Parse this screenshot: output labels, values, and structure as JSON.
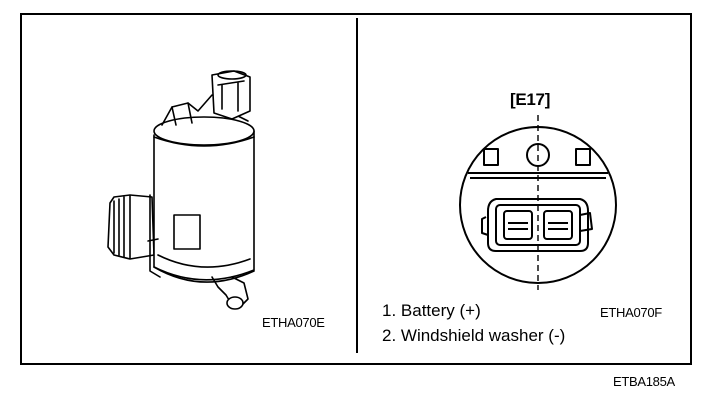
{
  "figure": {
    "left_panel": {
      "code": "ETHA070E"
    },
    "right_panel": {
      "connector_label": "[E17]",
      "legend": [
        "1. Battery (+)",
        "2. Windshield washer (-)"
      ],
      "code": "ETHA070F"
    },
    "footer_code": "ETBA185A"
  },
  "icons": {
    "left": "washer-motor-pump-icon",
    "right": "connector-e17-icon"
  },
  "colors": {
    "ink": "#000000",
    "paper": "#ffffff"
  }
}
